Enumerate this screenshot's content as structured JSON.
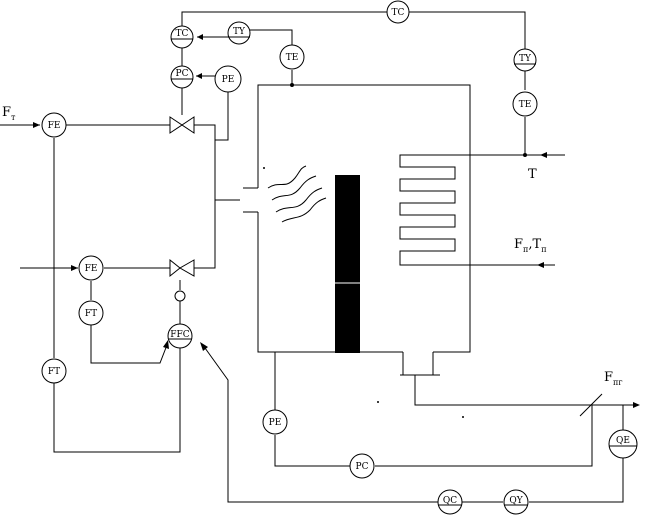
{
  "instruments": {
    "tc_top": "TC",
    "tc_left": "TC",
    "ty_left": "TY",
    "te_boiler": "TE",
    "ty_right": "TY",
    "te_right": "TE",
    "pc_top": "PC",
    "pe_top": "PE",
    "fe_fuel": "FE",
    "fe_air": "FE",
    "ft_air": "FT",
    "ft_fuel": "FT",
    "ffc": "FFC",
    "pe_bottom": "PE",
    "pc_bottom": "PC",
    "qe": "QE",
    "qc": "QC",
    "qy": "QY"
  },
  "labels": {
    "fuel_main": "F",
    "fuel_sub": "т",
    "temperature": "T",
    "steam_f": "F",
    "steam_f_sub": "п",
    "steam_t": ",T",
    "steam_t_sub": "п",
    "flue_main": "F",
    "flue_sub": "пг"
  }
}
